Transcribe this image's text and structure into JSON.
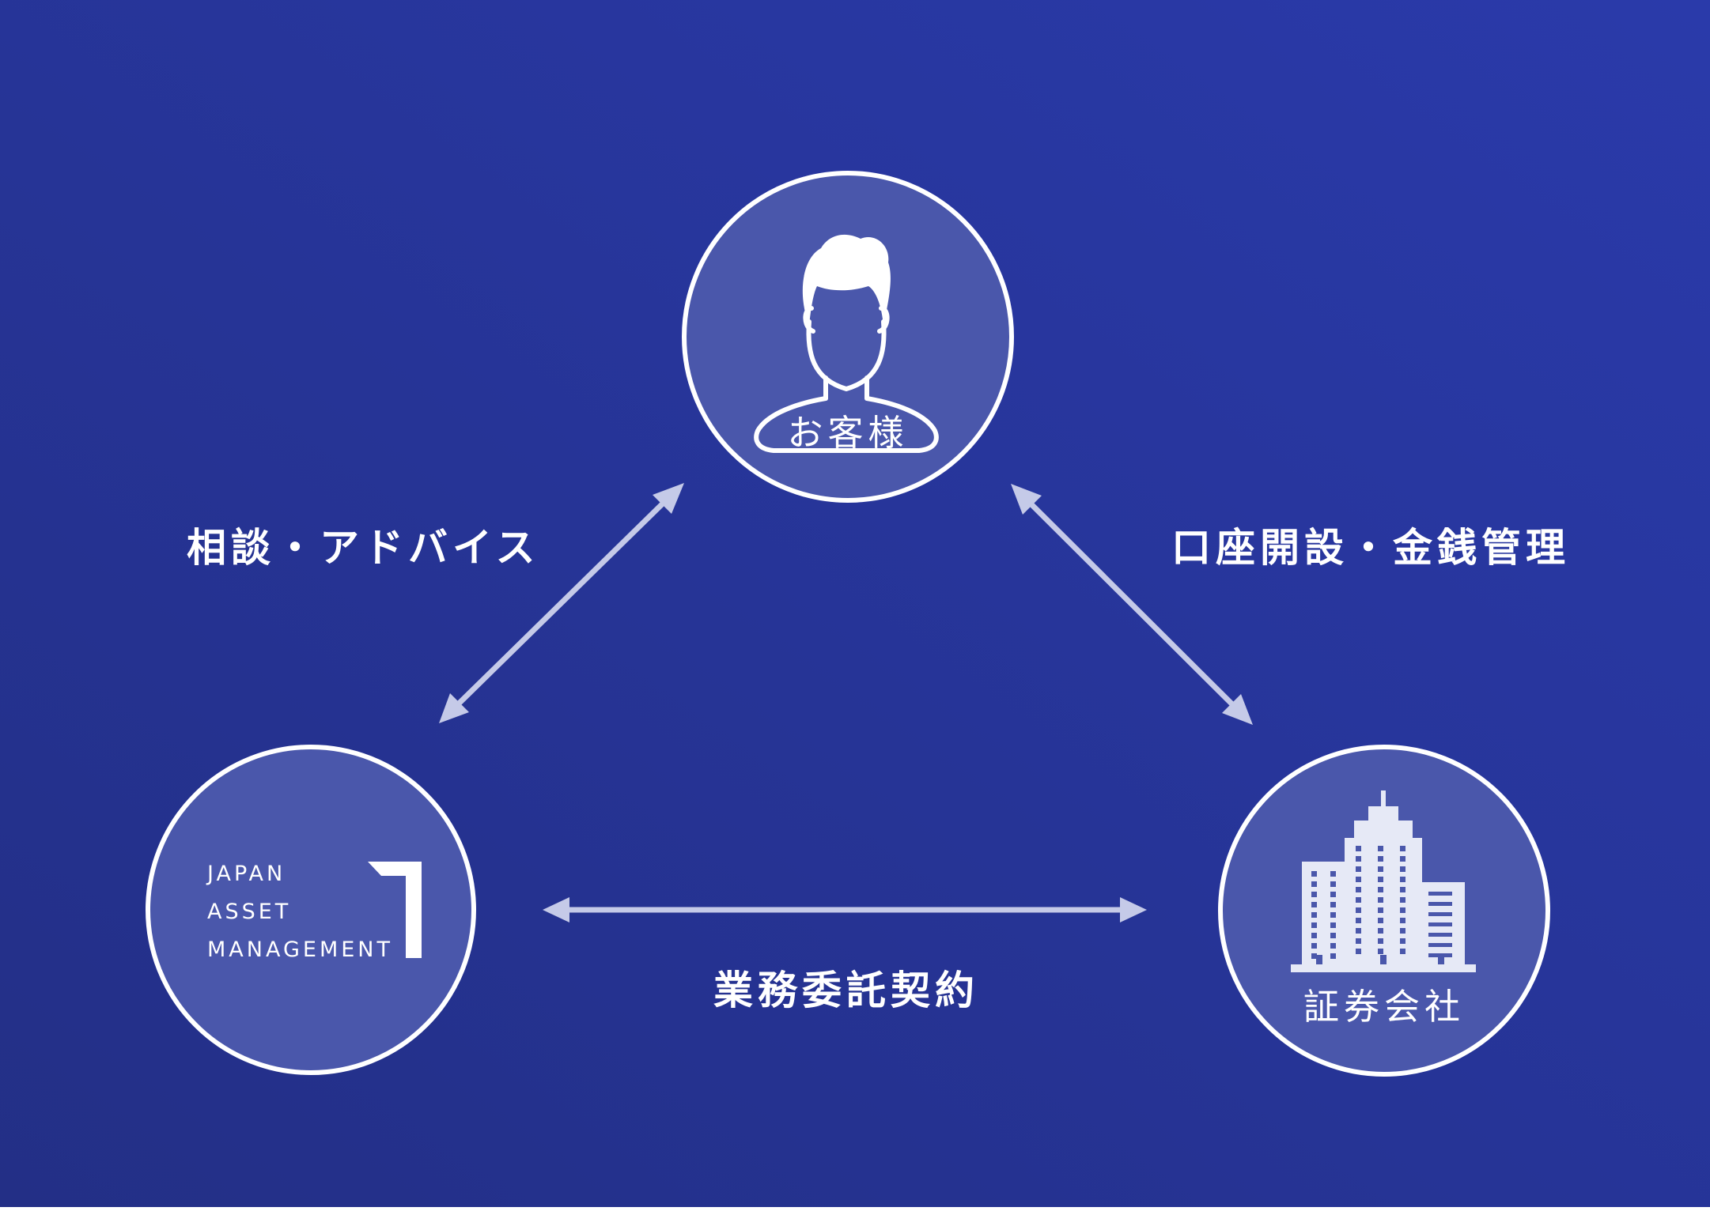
{
  "colors": {
    "background_top": "#2a3aaa",
    "background_bottom": "#232f86",
    "node_fill": "#4a57ab",
    "node_border": "#ffffff",
    "arrow": "#c5cae8",
    "text": "#ffffff"
  },
  "nodes": {
    "customer": {
      "label": "お客様",
      "icon": "person-icon"
    },
    "company": {
      "logo_lines": [
        "JAPAN",
        "ASSET",
        "MANAGEMENT"
      ],
      "icon": "japan-asset-management-logo"
    },
    "securities": {
      "label": "証券会社",
      "icon": "building-icon"
    }
  },
  "edges": {
    "customer_company": {
      "label": "相談・アドバイス"
    },
    "customer_securities": {
      "label": "口座開設・金銭管理"
    },
    "company_securities": {
      "label": "業務委託契約"
    }
  }
}
